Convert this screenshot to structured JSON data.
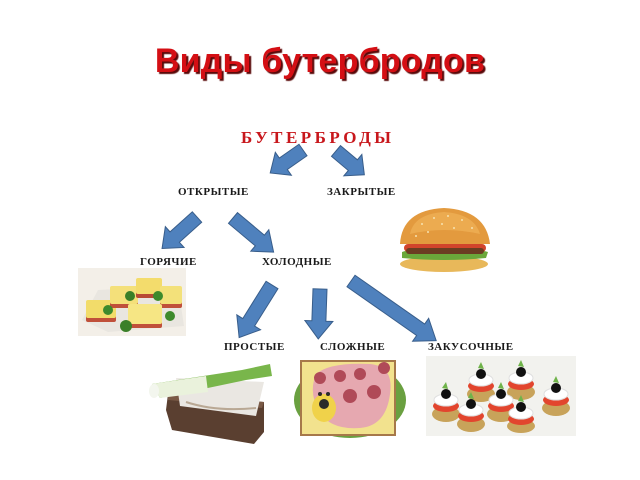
{
  "title": "Виды бутербродов",
  "diagram": {
    "root": "БУТЕРБРОДЫ",
    "level1": {
      "open": "ОТКРЫТЫЕ",
      "closed": "ЗАКРЫТЫЕ"
    },
    "level2": {
      "hot": "ГОРЯЧИЕ",
      "cold": "ХОЛОДНЫЕ"
    },
    "level3": {
      "simple": "ПРОСТЫЕ",
      "complex": "СЛОЖНЫЕ",
      "snack": "ЗАКУСОЧНЫЕ"
    },
    "edges": [
      [
        "БУТЕРБРОДЫ",
        "ОТКРЫТЫЕ"
      ],
      [
        "БУТЕРБРОДЫ",
        "ЗАКРЫТЫЕ"
      ],
      [
        "ОТКРЫТЫЕ",
        "ГОРЯЧИЕ"
      ],
      [
        "ОТКРЫТЫЕ",
        "ХОЛОДНЫЕ"
      ],
      [
        "ХОЛОДНЫЕ",
        "ПРОСТЫЕ"
      ],
      [
        "ХОЛОДНЫЕ",
        "СЛОЖНЫЕ"
      ],
      [
        "ХОЛОДНЫЕ",
        "ЗАКУСОЧНЫЕ"
      ]
    ]
  },
  "images": {
    "hot": "hot-sandwiches-photo",
    "closed": "burger-photo",
    "simple": "bread-with-salo-and-green-onion-photo",
    "complex": "decorated-ham-sandwich-photo",
    "snack": "canape-with-olives-photo"
  },
  "colors": {
    "title": "#d40f14",
    "root": "#c8171c",
    "arrow_fill": "#4f81bd",
    "arrow_stroke": "#385d8a",
    "labels": "#1a1a1a"
  }
}
